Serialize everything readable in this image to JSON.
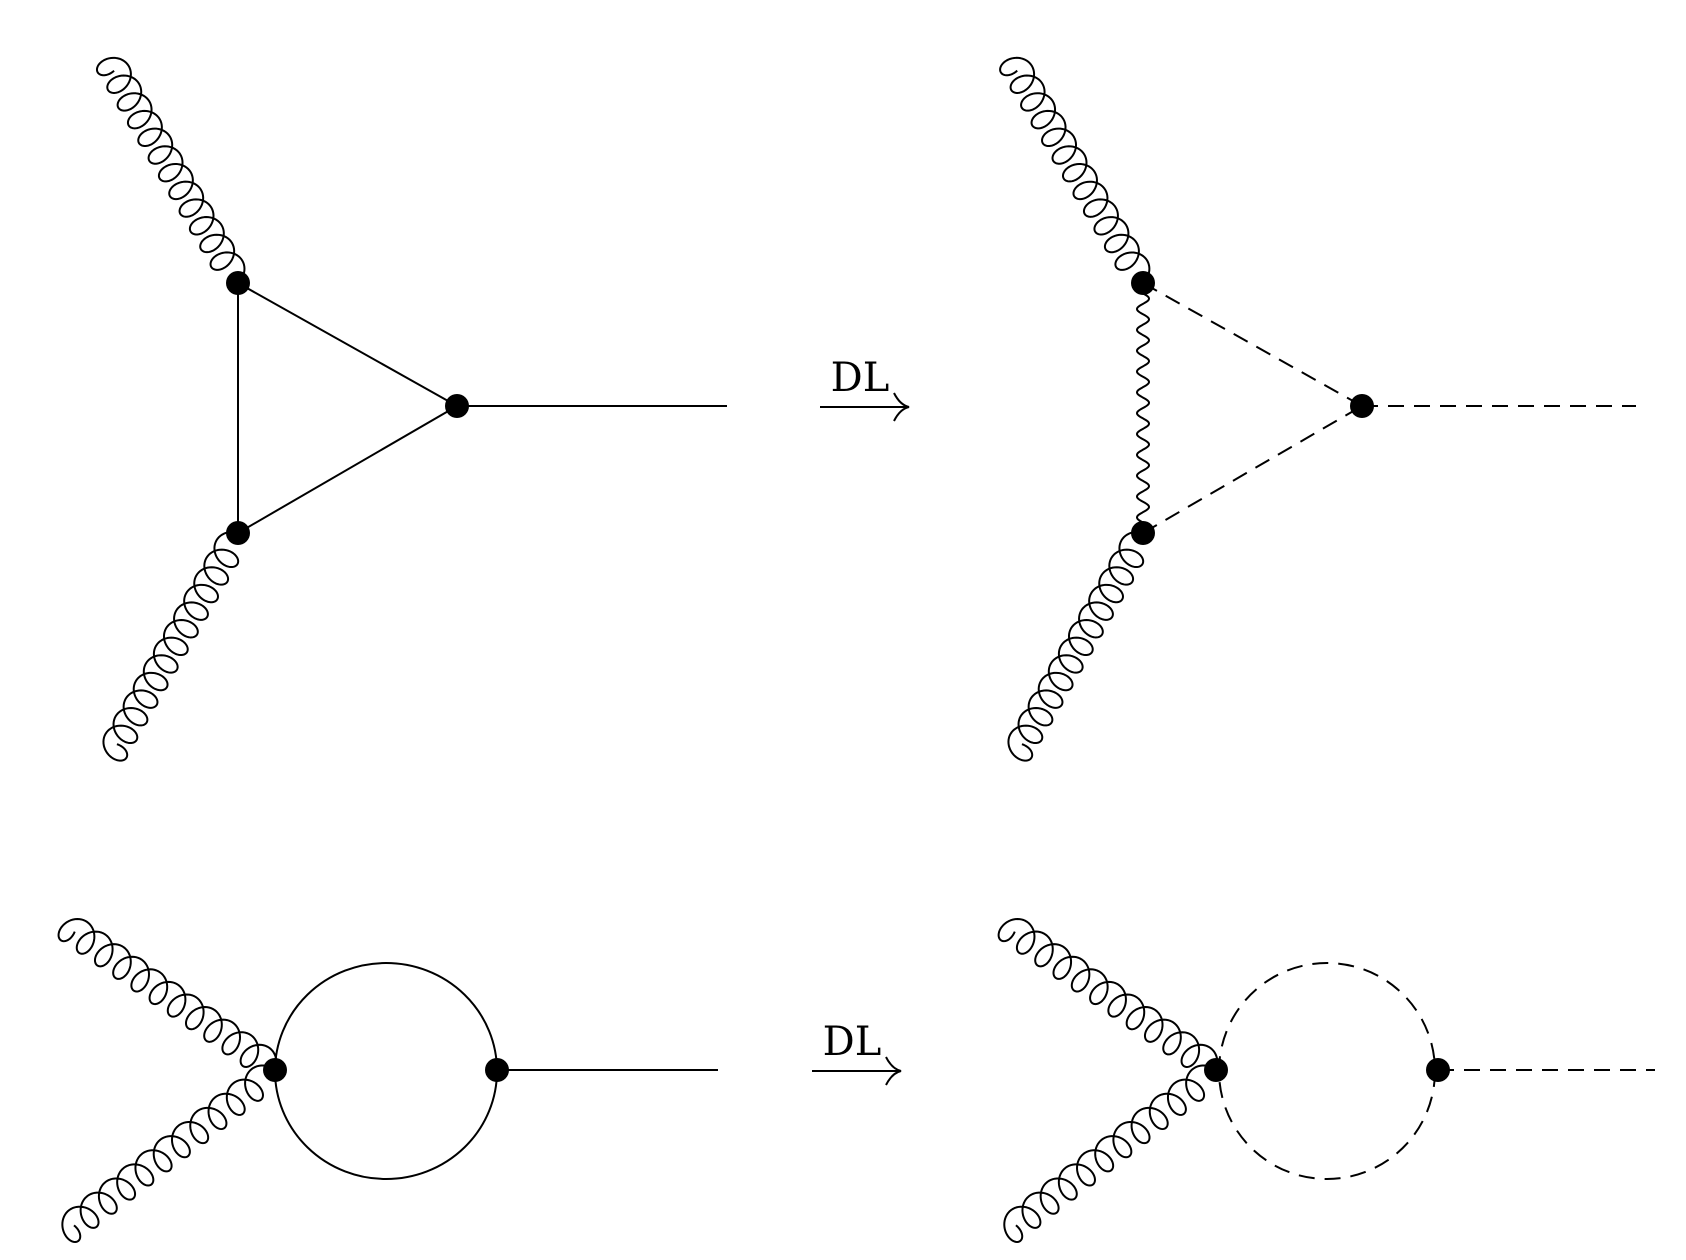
{
  "colors": {
    "line": "#000000",
    "background": "#ffffff"
  },
  "arrows": [
    {
      "label": "DL"
    },
    {
      "label": "DL"
    }
  ],
  "diagrams": [
    {
      "name": "triangle-loop-diagram",
      "propagators": [
        "gluon",
        "gluon",
        "solid",
        "solid",
        "solid",
        "solid"
      ]
    },
    {
      "name": "triangle-loop-dl-diagram",
      "propagators": [
        "gluon",
        "gluon",
        "wavy",
        "dashed",
        "dashed",
        "dashed"
      ]
    },
    {
      "name": "bubble-loop-diagram",
      "propagators": [
        "gluon",
        "gluon",
        "solid",
        "solid"
      ]
    },
    {
      "name": "bubble-loop-dl-diagram",
      "propagators": [
        "gluon",
        "gluon",
        "dashed",
        "dashed"
      ]
    }
  ]
}
